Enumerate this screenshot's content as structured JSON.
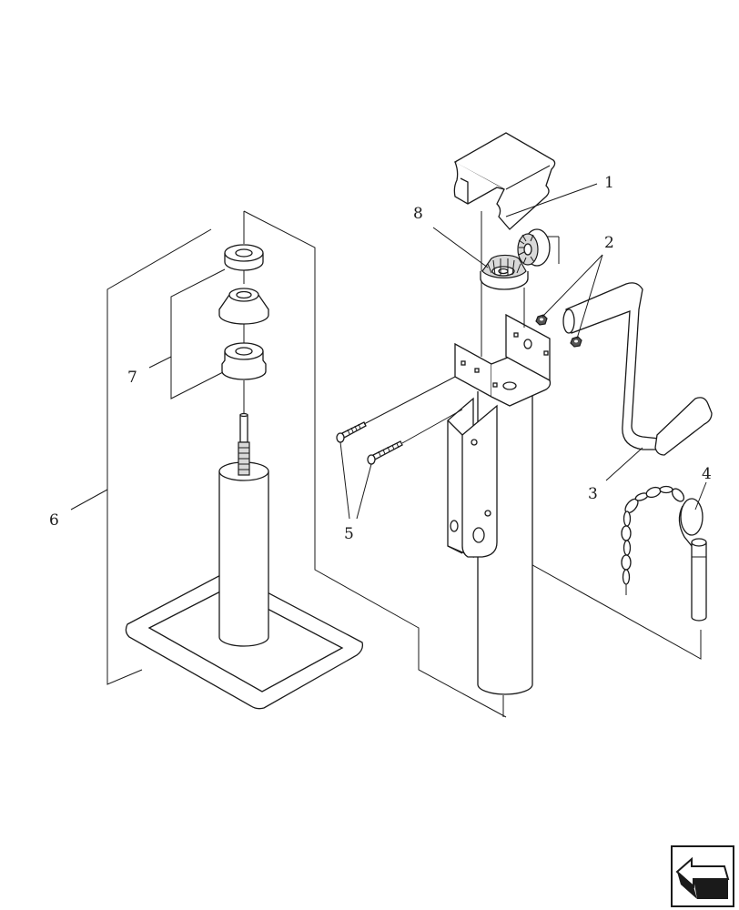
{
  "diagram": {
    "callouts": [
      {
        "id": "1",
        "text": "1"
      },
      {
        "id": "2",
        "text": "2"
      },
      {
        "id": "3",
        "text": "3"
      },
      {
        "id": "4",
        "text": "4"
      },
      {
        "id": "5",
        "text": "5"
      },
      {
        "id": "6",
        "text": "6"
      },
      {
        "id": "7",
        "text": "7"
      },
      {
        "id": "8",
        "text": "8"
      }
    ]
  },
  "nav": {
    "icon": "back-arrow-icon"
  }
}
